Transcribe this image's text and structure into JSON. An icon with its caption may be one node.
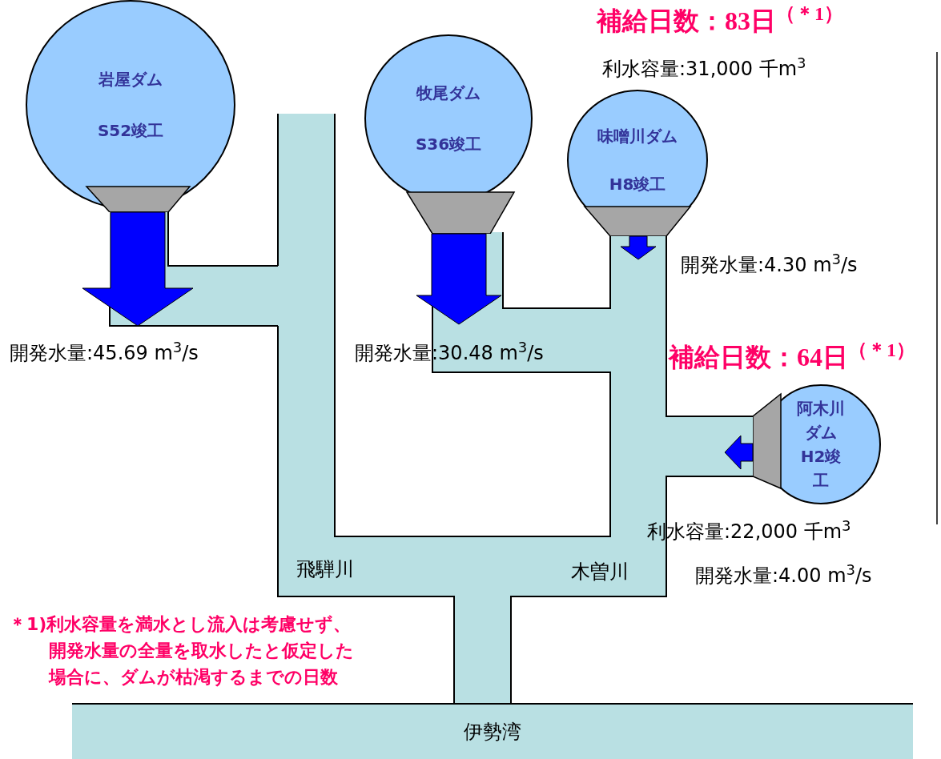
{
  "diagram": {
    "nodes": [
      {
        "text": [
          "岩屋ダム",
          "S52竣工"
        ]
      },
      {
        "text": [
          "牧尾ダム",
          "S36竣工"
        ]
      },
      {
        "text": [
          "味噌川ダム",
          "H8竣工"
        ],
        "beside": [
          "補給日数：83日$^{（＊1）}$",
          "利水容量:31,000 千m$^{3}$",
          "開発水量:4.30 m$^{3}$/s"
        ]
      },
      {
        "text": [
          "阿木川ダム",
          "H2竣工"
        ],
        "beside": [
          "補給日数：64日$^{（＊1）}$",
          "利水容量:22,000 千m$^{3}$",
          "開発水量:4.00 m$^{3}$/s"
        ]
      },
      {
        "text": [
          "伊勢湾"
        ]
      }
    ],
    "edges": [
      {
        "from": 0,
        "to": null,
        "arrow": "to",
        "style": "thick"
      },
      {
        "from": 1,
        "to": null,
        "arrow": "to",
        "style": "thick"
      },
      {
        "from": 2,
        "to": null,
        "arrow": "to",
        "style": "thick"
      },
      {
        "from": 3,
        "to": null,
        "arrow": "to",
        "style": "thick"
      }
    ],
    "labels": [
      "開発水量:45.69 m$^{3}$/s",
      "開発水量:30.48 m$^{3}$/s",
      "飛騨川",
      "木曽川",
      "＊1)利水容量を満水とし流入は考慮せず、開発水量の全量を取水したと仮定した場合に、ダムが枯渇するまでの日数"
    ]
  }
}
